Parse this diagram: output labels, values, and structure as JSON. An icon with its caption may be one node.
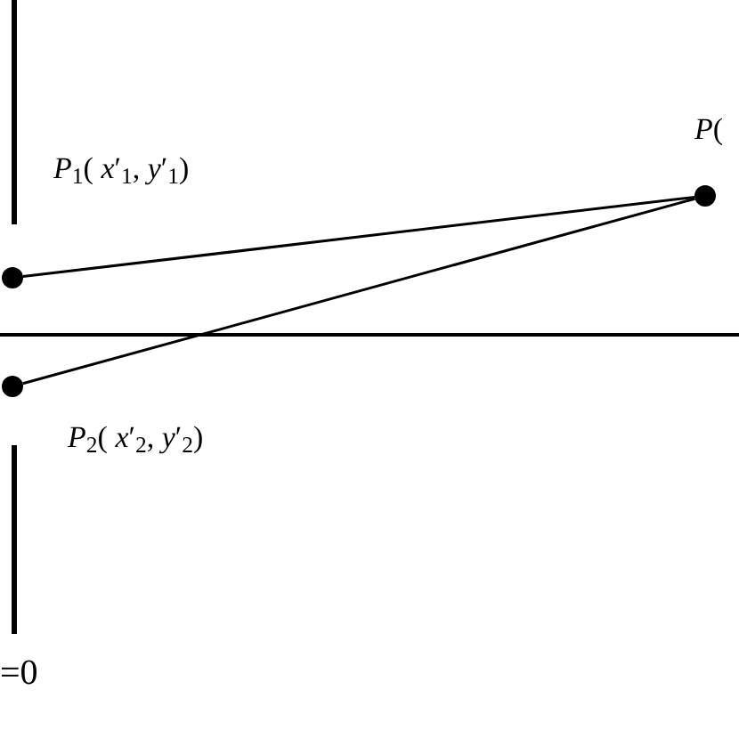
{
  "diagram": {
    "nodes": [
      {
        "text": [],
        "shape": "circle",
        "beside": [
          "*P*$_{1}$( *x*′$_{1}$, *y*′$_{1}$)"
        ]
      },
      {
        "text": [],
        "shape": "circle",
        "beside": [
          "*P*$_{2}$( *x*′$_{2}$, *y*′$_{2}$)"
        ]
      },
      {
        "text": [],
        "shape": "circle",
        "beside": [
          "*P*("
        ]
      }
    ],
    "edges": [
      {
        "from": 0,
        "to": 2,
        "arrow": "none"
      },
      {
        "from": 1,
        "to": 2,
        "arrow": "none"
      }
    ],
    "labels": [
      "=0"
    ]
  }
}
